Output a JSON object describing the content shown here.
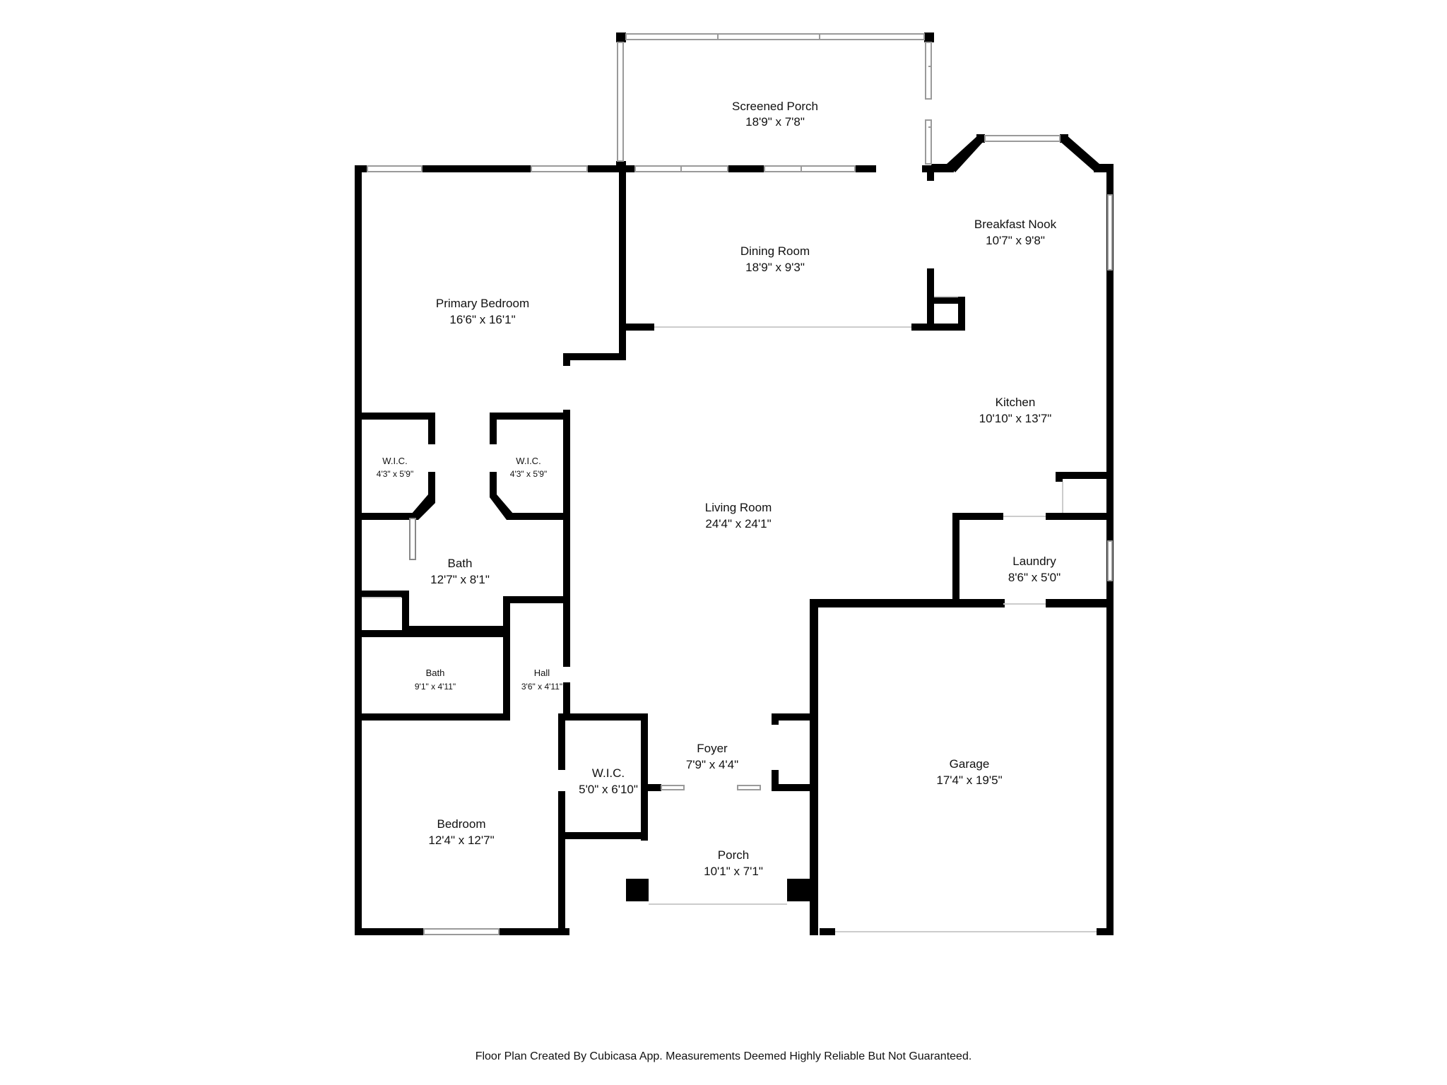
{
  "colors": {
    "wall": "#000000",
    "window": "#bfbfbf",
    "background": "#ffffff",
    "text": "#111111"
  },
  "rooms": {
    "screened_porch": {
      "name": "Screened Porch",
      "dims": "18'9\" x 7'8\""
    },
    "dining_room": {
      "name": "Dining Room",
      "dims": "18'9\" x 9'3\""
    },
    "breakfast_nook": {
      "name": "Breakfast Nook",
      "dims": "10'7\" x 9'8\""
    },
    "primary_bedroom": {
      "name": "Primary Bedroom",
      "dims": "16'6\" x 16'1\""
    },
    "kitchen": {
      "name": "Kitchen",
      "dims": "10'10\" x 13'7\""
    },
    "wic_left": {
      "name": "W.I.C.",
      "dims": "4'3\" x 5'9\""
    },
    "wic_right": {
      "name": "W.I.C.",
      "dims": "4'3\" x 5'9\""
    },
    "living_room": {
      "name": "Living Room",
      "dims": "24'4\" x 24'1\""
    },
    "laundry": {
      "name": "Laundry",
      "dims": "8'6\" x 5'0\""
    },
    "bath_primary": {
      "name": "Bath",
      "dims": "12'7\" x 8'1\""
    },
    "bath_hall": {
      "name": "Bath",
      "dims": "9'1\" x 4'11\""
    },
    "hall": {
      "name": "Hall",
      "dims": "3'6\" x 4'11\""
    },
    "foyer": {
      "name": "Foyer",
      "dims": "7'9\" x 4'4\""
    },
    "wic_bedroom": {
      "name": "W.I.C.",
      "dims": "5'0\" x 6'10\""
    },
    "garage": {
      "name": "Garage",
      "dims": "17'4\" x 19'5\""
    },
    "bedroom": {
      "name": "Bedroom",
      "dims": "12'4\" x 12'7\""
    },
    "porch": {
      "name": "Porch",
      "dims": "10'1\" x 7'1\""
    }
  },
  "footer": "Floor Plan Created By Cubicasa App. Measurements Deemed Highly Reliable But Not Guaranteed."
}
